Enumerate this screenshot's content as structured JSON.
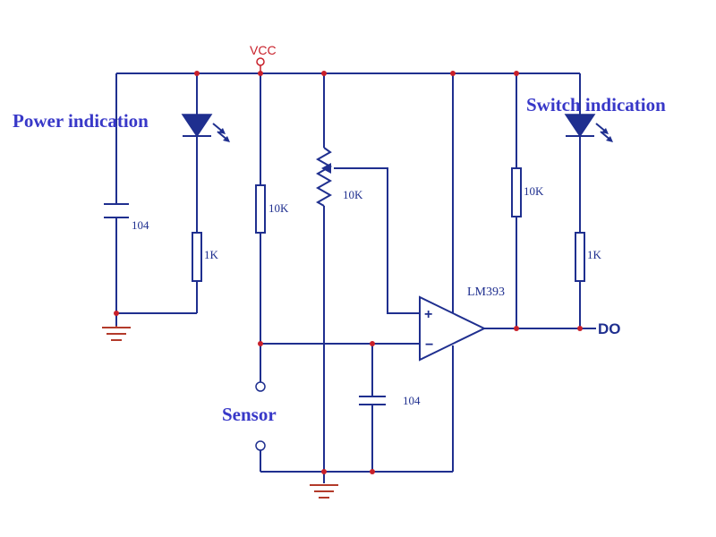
{
  "labels": {
    "vcc": "VCC",
    "power_indication": "Power indication",
    "switch_indication": "Switch indication",
    "sensor": "Sensor",
    "do": "DO",
    "chip": "LM393",
    "plus": "+",
    "minus": "−"
  },
  "components": {
    "c1": "104",
    "r_power_led": "1K",
    "r_divider": "10K",
    "pot": "10K",
    "r_pullup": "10K",
    "r_switch_led": "1K",
    "c2": "104"
  }
}
